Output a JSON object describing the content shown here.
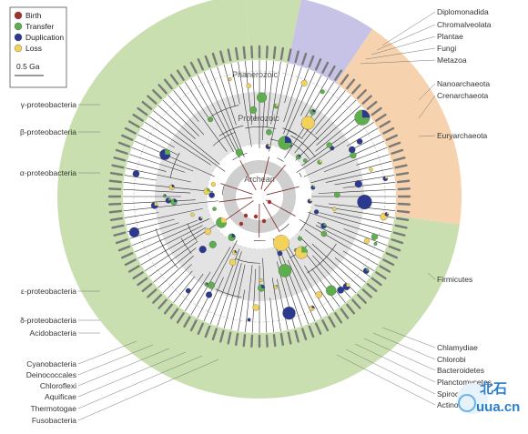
{
  "legend": {
    "items": [
      {
        "label": "Birth",
        "color": "#a3322b",
        "icon": "birth-dot-icon"
      },
      {
        "label": "Transfer",
        "color": "#5fae4e",
        "icon": "transfer-dot-icon"
      },
      {
        "label": "Duplication",
        "color": "#2b3a8f",
        "icon": "duplication-dot-icon"
      },
      {
        "label": "Loss",
        "color": "#f2d25a",
        "icon": "loss-dot-icon"
      }
    ],
    "scale_label": "0.5 Ga"
  },
  "eras": {
    "phanerozoic": "Phanerozoic",
    "proterozoic": "Proterozoic",
    "archean": "Archean"
  },
  "colors": {
    "bacteria_band": "#c9dfb0",
    "eukaryote_band": "#c6c3e6",
    "archaea_band": "#f6d3ae",
    "era_ring": "#e3e3e3",
    "core_ring": "#d0d0d0"
  },
  "groups": {
    "eukaryotes": [
      "Diplomonadida",
      "Chromalveolata",
      "Plantae",
      "Fungi",
      "Metazoa"
    ],
    "archaea": [
      "Nanoarchaeota",
      "Crenarchaeota",
      "Euryarchaeota"
    ],
    "firmicutes": "Firmicutes",
    "bacteria_right": [
      "Chlamydiae",
      "Chlorobi",
      "Bacteroidetes",
      "Planctomycetes",
      "Spirochaetes",
      "Actinobacteria"
    ],
    "proteobacteria_left": [
      "γ-proteobacteria",
      "β-proteobacteria",
      "α-proteobacteria",
      "ε-proteobacteria",
      "δ-proteobacteria",
      "Acidobacteria"
    ],
    "bacteria_bottom_left": [
      "Cyanobacteria",
      "Deinococcales",
      "Chloroflexi",
      "Aquificae",
      "Thermotogae",
      "Fusobacteria"
    ]
  },
  "watermark": {
    "line1": "北石",
    "line2": "uua.cn"
  }
}
